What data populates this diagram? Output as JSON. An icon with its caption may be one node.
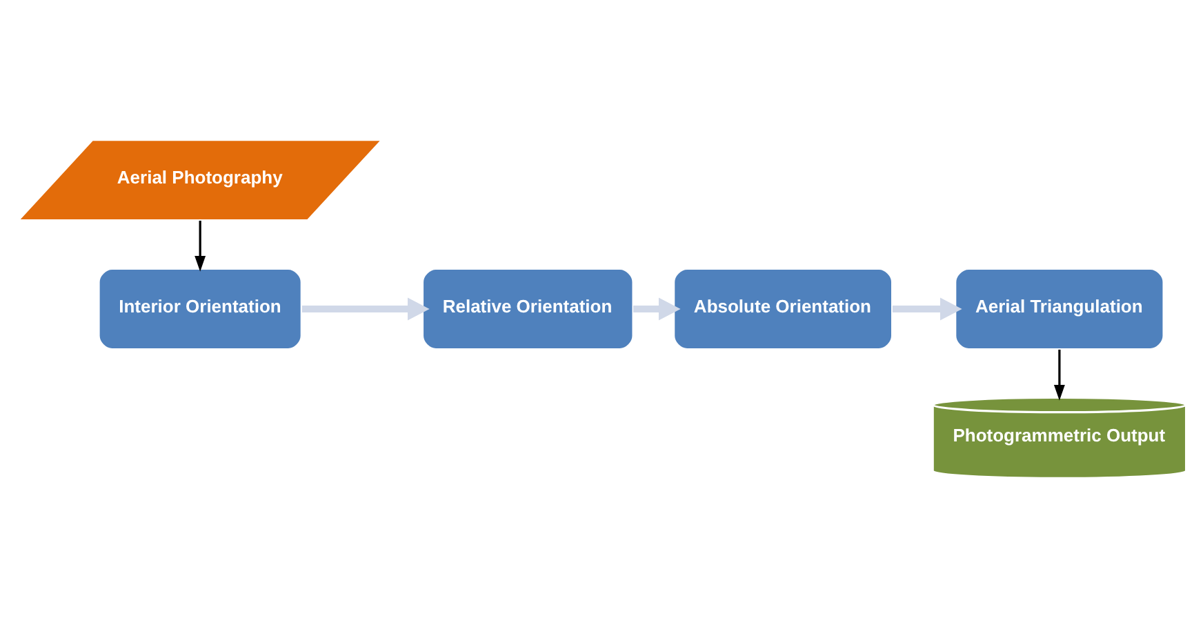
{
  "diagram": {
    "nodes": [
      {
        "text": [
          "Aerial Photography"
        ]
      },
      {
        "text": [
          "Interior Orientation"
        ]
      },
      {
        "text": [
          "Relative Orientation"
        ]
      },
      {
        "text": [
          "Absolute Orientation"
        ]
      },
      {
        "text": [
          "Aerial Triangulation"
        ]
      },
      {
        "text": [
          "Photogrammetric Output"
        ]
      }
    ],
    "edges": [
      {
        "from": 0,
        "to": 1,
        "arrow": "to",
        "color": "#000000"
      },
      {
        "from": 1,
        "to": 2,
        "arrow": "to"
      },
      {
        "from": 2,
        "to": 3,
        "arrow": "to"
      },
      {
        "from": 3,
        "to": 4,
        "arrow": "to"
      },
      {
        "from": 4,
        "to": 5,
        "arrow": "to",
        "color": "#000000"
      }
    ]
  }
}
